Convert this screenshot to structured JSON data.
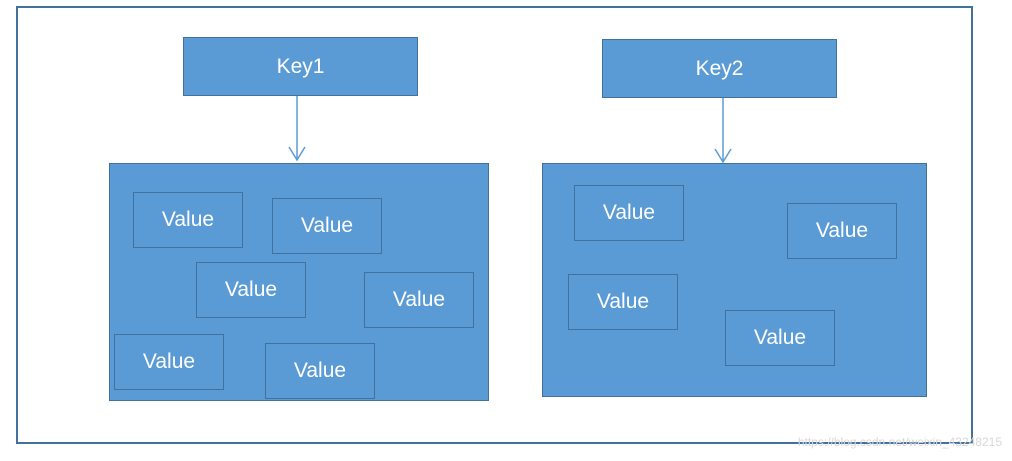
{
  "diagram": {
    "key1": {
      "label": "Key1",
      "values": [
        "Value",
        "Value",
        "Value",
        "Value",
        "Value",
        "Value"
      ]
    },
    "key2": {
      "label": "Key2",
      "values": [
        "Value",
        "Value",
        "Value",
        "Value"
      ]
    }
  },
  "watermark": "https://blog.csdn.net/weixin_43248215",
  "colors": {
    "fill": "#5b9bd5",
    "stroke": "#41719c",
    "text": "#ffffff"
  }
}
